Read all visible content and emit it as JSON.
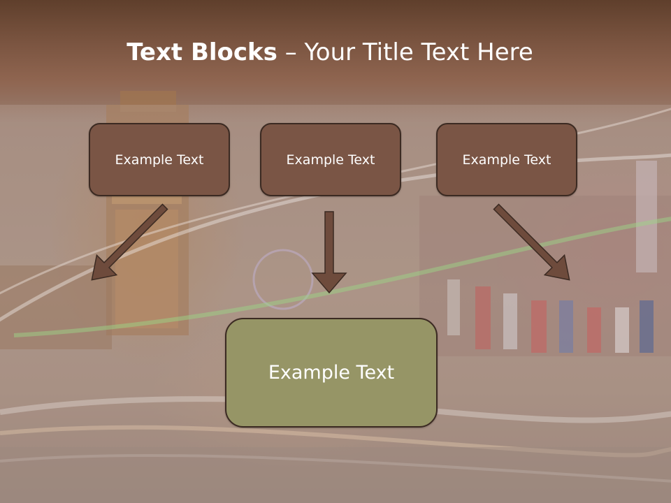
{
  "slide": {
    "title_bold": "Text Blocks",
    "title_dash": " – ",
    "title_rest": "Your Title Text Here",
    "top_blocks": [
      {
        "label": "Example Text"
      },
      {
        "label": "Example Text"
      },
      {
        "label": "Example Text"
      }
    ],
    "main_block": {
      "label": "Example Text"
    },
    "colors": {
      "header_bar": "#7a5440",
      "block_fill": "#7a5545",
      "block_border": "#3b2a22",
      "main_block_fill": "#969566",
      "arrow_fill": "#6e4b3c"
    },
    "background": "night city street with light trails, clock tower and flags"
  }
}
